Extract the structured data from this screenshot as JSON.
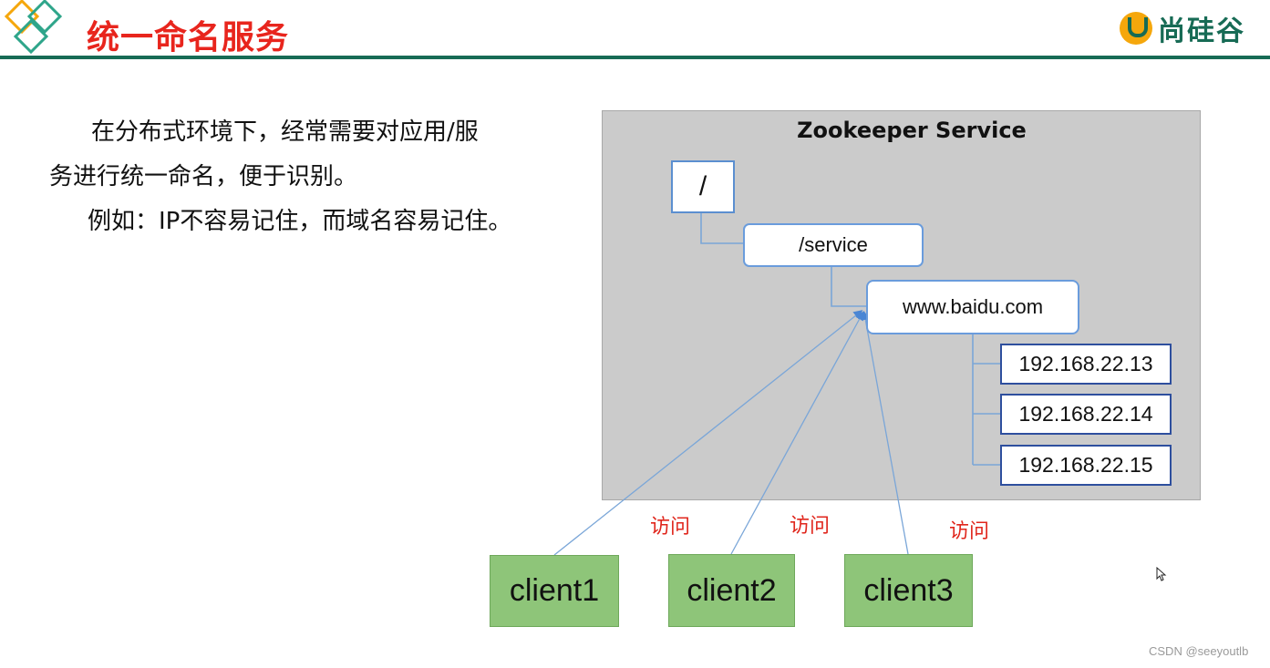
{
  "header": {
    "title": "统一命名服务",
    "brand": "尚硅谷",
    "colors": {
      "title": "#e8251d",
      "rule": "#176b55",
      "brand_accent": "#f5a70c"
    }
  },
  "content": {
    "paragraph_lines": [
      "在分布式环境下，经常需要对应用/服",
      "务进行统一命名，便于识别。",
      "例如：IP不容易记住，而域名容易记住。"
    ]
  },
  "diagram": {
    "panel_title": "Zookeeper Service",
    "nodes": {
      "root": "/",
      "service": "/service",
      "domain": "www.baidu.com",
      "ips": [
        "192.168.22.13",
        "192.168.22.14",
        "192.168.22.15"
      ]
    },
    "clients": [
      "client1",
      "client2",
      "client3"
    ],
    "edge_labels": [
      "访问",
      "访问",
      "访问"
    ],
    "colors": {
      "panel": "#cbcbcb",
      "client": "#8ec579",
      "arrow": "#7aa6d8",
      "edge_label": "#e0261c"
    }
  },
  "watermark": "CSDN @seeyoutlb"
}
